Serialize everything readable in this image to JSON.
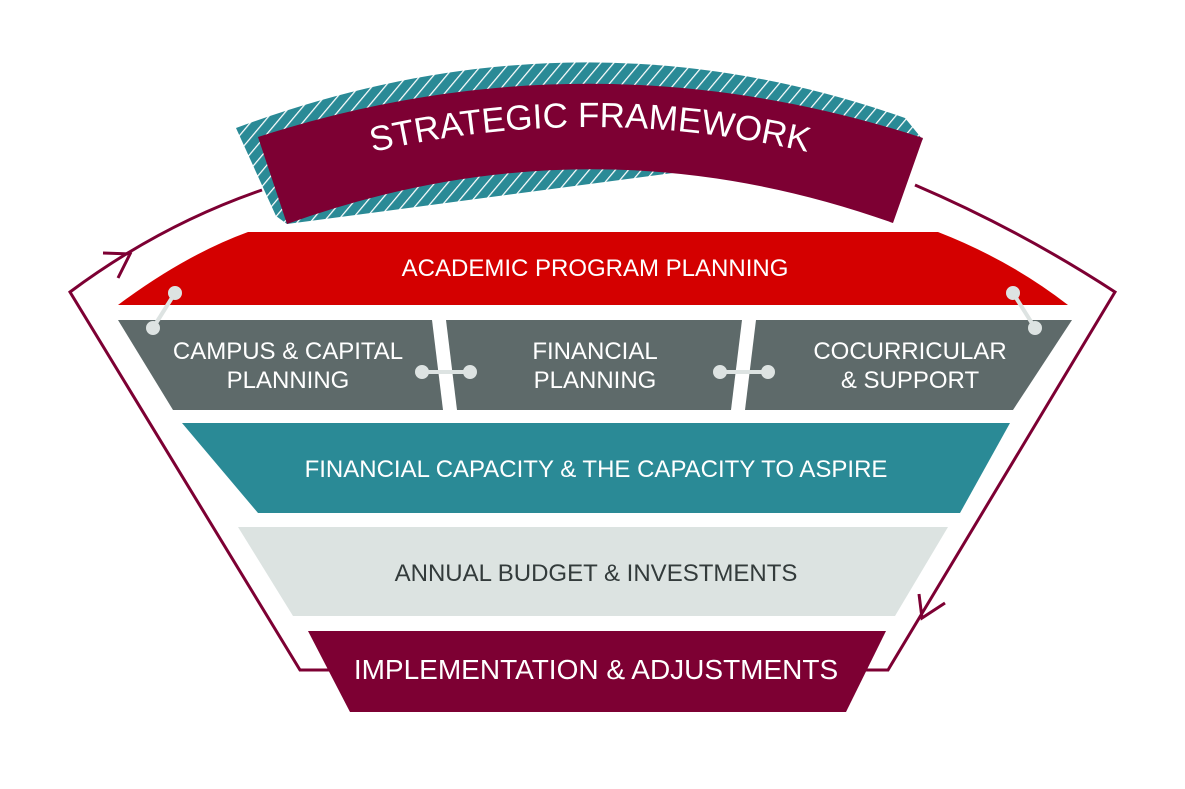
{
  "diagram": {
    "strategic_framework": "STRATEGIC FRAMEWORK",
    "academic_program_planning": "ACADEMIC PROGRAM PLANNING",
    "campus_capital_planning": [
      "CAMPUS & CAPITAL",
      "PLANNING"
    ],
    "financial_planning": [
      "FINANCIAL",
      "PLANNING"
    ],
    "cocurricular_support": [
      "COCURRICULAR",
      "& SUPPORT"
    ],
    "financial_capacity": "FINANCIAL CAPACITY & THE CAPACITY TO ASPIRE",
    "annual_budget": "ANNUAL BUDGET & INVESTMENTS",
    "implementation": "IMPLEMENTATION & ADJUSTMENTS"
  },
  "colors": {
    "maroon": "#7d0033",
    "red": "#d40000",
    "gray": "#5e6a6a",
    "teal": "#2a8a96",
    "light": "#dce3e1",
    "connector": "#dde3e2"
  }
}
